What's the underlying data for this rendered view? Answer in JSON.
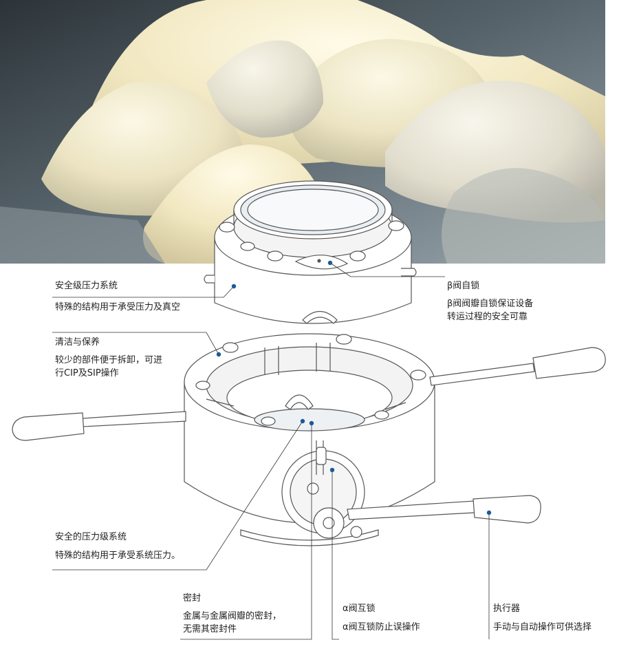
{
  "callouts": {
    "safety_pressure": {
      "title": "安全级压力系统",
      "desc": "特殊的结构用于承受压力及真空"
    },
    "beta_valve": {
      "title": "β阀自锁",
      "desc_line1": "β阀阀瓣自锁保证设备",
      "desc_line2": "转运过程的安全可靠"
    },
    "cleaning": {
      "title": "清洁与保养",
      "desc_line1": "较少的部件便于拆卸，可进",
      "desc_line2": "行CIP及SIP操作"
    },
    "safe_pressure_level": {
      "title": "安全的压力级系统",
      "desc": "特殊的结构用于承受系统压力。"
    },
    "seal": {
      "title": "密封",
      "desc_line1": "金属与金属阀瓣的密封，",
      "desc_line2": "无需其密封件"
    },
    "alpha_interlock": {
      "title": "α阀互锁",
      "desc": "α阀互锁防止误操作"
    },
    "actuator": {
      "title": "执行器",
      "desc": "手动与自动操作可供选择"
    }
  },
  "colors": {
    "leader_line": "#333333",
    "marker_dot": "#1a5a9a",
    "outline": "#555555"
  }
}
